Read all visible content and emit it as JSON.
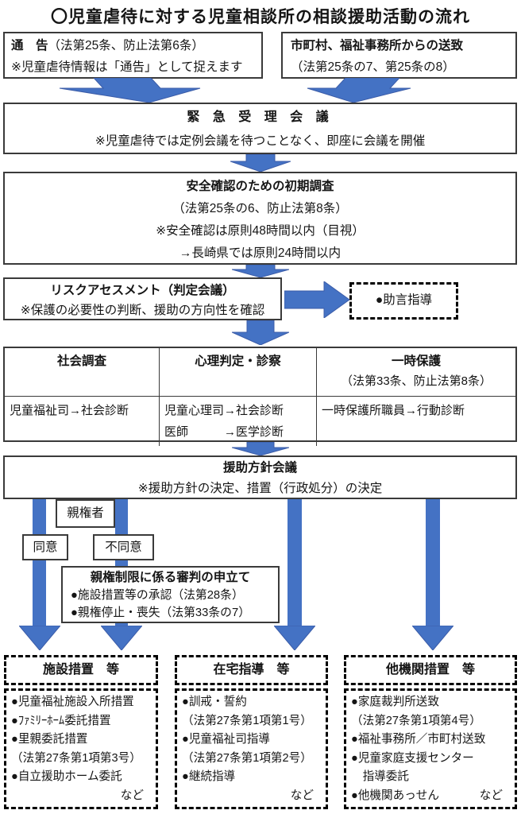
{
  "title": "〇児童虐待に対する児童相談所の相談援助活動の流れ",
  "colors": {
    "arrow_fill": "#4472C4",
    "arrow_stroke": "#3B5CA8"
  },
  "notify": {
    "title": "通　告",
    "law": "（法第25条、防止法第6条）",
    "note": "※児童虐待情報は「通告」として捉えます"
  },
  "referral": {
    "title": "市町村、福祉事務所からの送致",
    "law": "（法第25条の7、第25条の8）"
  },
  "emergency": {
    "title": "緊 急 受 理 会 議",
    "note": "※児童虐待では定例会議を待つことなく、即座に会議を開催"
  },
  "initial_survey": {
    "title": "安全確認のための初期調査",
    "line2": "（法第25条の6、防止法第8条）",
    "line3": "※安全確認は原則48時間以内（目視）",
    "line4": "→長崎県では原則24時間以内"
  },
  "risk": {
    "title": "リスクアセスメント（判定会議）",
    "note": "※保護の必要性の判断、援助の方向性を確認"
  },
  "advice": {
    "label": "●助言指導"
  },
  "survey_table": {
    "columns": [
      {
        "header": "社会調査",
        "sub": "",
        "body1": "児童福祉司→社会診断",
        "body2": ""
      },
      {
        "header": "心理判定・診察",
        "sub": "",
        "body1": "児童心理司→社会診断",
        "body2": "医師　　　→医学診断"
      },
      {
        "header": "一時保護",
        "sub": "（法第33条、防止法第8条）",
        "body1": "一時保護所職員→行動診断",
        "body2": ""
      }
    ]
  },
  "policy": {
    "title": "援助方針会議",
    "note": "※援助方針の決定、措置（行政処分）の決定"
  },
  "guardian": {
    "label": "親権者"
  },
  "consent": {
    "label": "同意"
  },
  "dissent": {
    "label": "不同意"
  },
  "custody": {
    "title": "親権制限に係る審判の申立て",
    "item1": "●施設措置等の承認（法第28条）",
    "item2": "●親権停止・喪失（法第33条の7）"
  },
  "outcome_facility": {
    "header": "施設措置　等",
    "lines": [
      "●児童福祉施設入所措置",
      "●ﾌｧﾐﾘｰﾎｰﾑ委託措置",
      "●里親委託措置",
      "（法第27条第1項第3号）",
      "●自立援助ホーム委託"
    ],
    "footer_left": "",
    "footer_right": "など"
  },
  "outcome_home": {
    "header": "在宅指導　等",
    "lines": [
      "●訓戒・誓約",
      "（法第27条第1項第1号）",
      "●児童福祉司指導",
      "（法第27条第1項第2号）",
      "●継続指導"
    ],
    "footer_left": "",
    "footer_right": "など"
  },
  "outcome_other": {
    "header": "他機関措置　等",
    "lines": [
      "●家庭裁判所送致",
      "（法第27条第1項第4号）",
      "●福祉事務所／市町村送致",
      "●児童家庭支援センター",
      "　指導委託"
    ],
    "footer_left": "●他機関あっせん",
    "footer_right": "など"
  }
}
